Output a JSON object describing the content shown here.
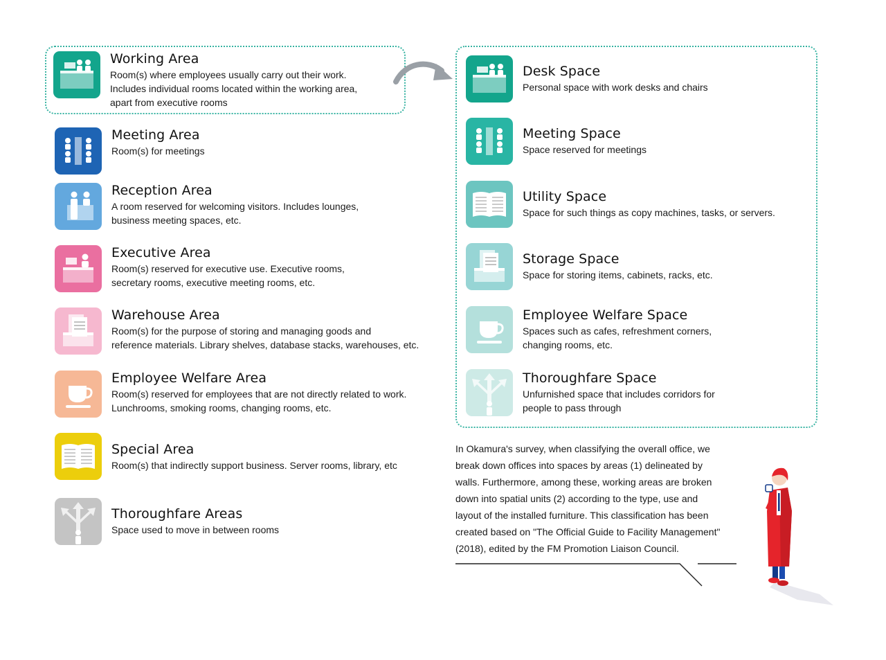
{
  "areas": [
    {
      "title": "Working Area",
      "desc": "Room(s) where employees usually carry out their work.\nIncludes individual rooms located within the working area,\napart from executive rooms",
      "icon": "desk-icon",
      "color": "#13a58c"
    },
    {
      "title": "Meeting Area",
      "desc": "Room(s) for meetings",
      "icon": "meeting-table-icon",
      "color": "#1e64b4"
    },
    {
      "title": "Reception Area",
      "desc": "A room reserved for welcoming visitors.  Includes lounges,\nbusiness meeting spaces, etc.",
      "icon": "reception-icon",
      "color": "#63a8de"
    },
    {
      "title": "Executive Area",
      "desc": "Room(s) reserved for executive use.  Executive rooms,\nsecretary rooms, executive meeting rooms, etc.",
      "icon": "executive-desk-icon",
      "color": "#ea6fa0"
    },
    {
      "title": "Warehouse Area",
      "desc": "Room(s) for the purpose of storing and managing goods and\nreference materials.  Library shelves, database stacks, warehouses, etc.",
      "icon": "storage-box-icon",
      "color": "#f6b8cf"
    },
    {
      "title": "Employee Welfare Area",
      "desc": "Room(s) reserved for employees that are not directly related to work.\nLunchrooms, smoking rooms, changing rooms, etc.",
      "icon": "coffee-cup-icon",
      "color": "#f6b896"
    },
    {
      "title": "Special Area",
      "desc": "Room(s) that indirectly support business.  Server rooms, library, etc",
      "icon": "book-icon",
      "color": "#ecce0c"
    },
    {
      "title": "Thoroughfare Areas",
      "desc": "Space used to move in between rooms",
      "icon": "directions-icon",
      "color": "#c4c4c4"
    }
  ],
  "spaces": [
    {
      "title": "Desk Space",
      "desc": "Personal space with work desks and chairs",
      "icon": "desk-icon",
      "color": "#13a58c"
    },
    {
      "title": "Meeting Space",
      "desc": "Space reserved for meetings",
      "icon": "meeting-table-icon",
      "color": "#29b5a4"
    },
    {
      "title": "Utility Space",
      "desc": "Space for such things as copy machines, tasks, or servers.",
      "icon": "book-icon",
      "color": "#6cc5c0"
    },
    {
      "title": "Storage Space",
      "desc": "Space for storing items, cabinets, racks, etc.",
      "icon": "storage-box-icon",
      "color": "#97d5d5"
    },
    {
      "title": "Employee Welfare Space",
      "desc": "Spaces such as cafes, refreshment corners,\nchanging rooms, etc.",
      "icon": "coffee-cup-icon",
      "color": "#b4e0dc"
    },
    {
      "title": "Thoroughfare Space",
      "desc": "Unfurnished space that includes corridors for\npeople to pass through",
      "icon": "directions-icon",
      "color": "#cdeae6"
    }
  ],
  "note": "In Okamura's survey, when classifying the overall office, we\nbreak down offices into spaces by areas (1) delineated by\nwalls.  Furthermore, among these, working areas are broken\ndown into spatial units (2) according to the type, use and\nlayout of the installed furniture.  This classification has been\ncreated based on \"The Official Guide to Facility Management\"\n(2018), edited by the FM Promotion Liaison Council.",
  "colors": {
    "frame": "#35b2a1",
    "arrow": "#9aa0a6",
    "figure": "#e5242b"
  }
}
